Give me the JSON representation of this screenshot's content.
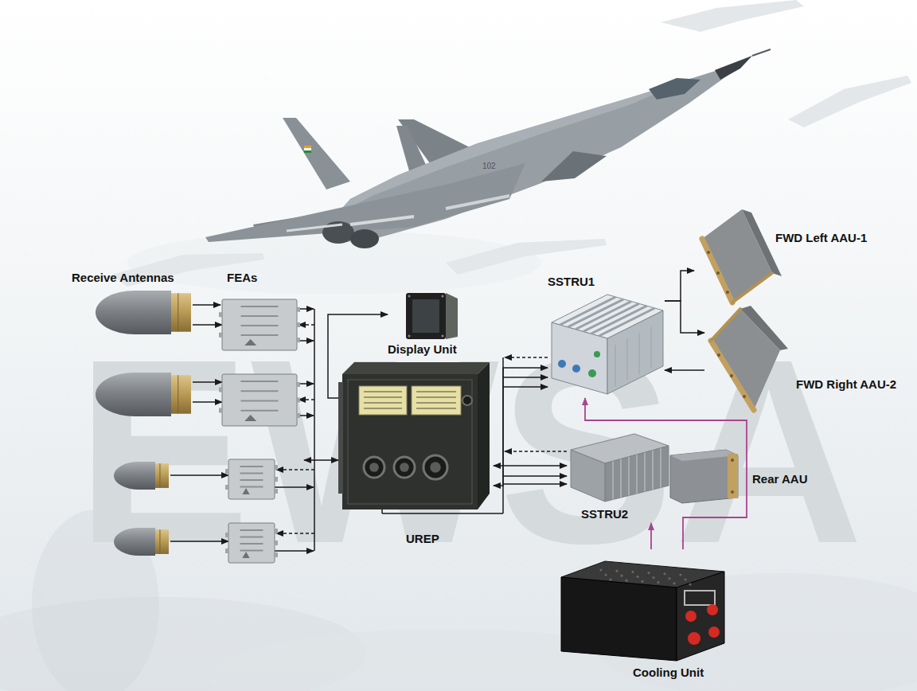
{
  "diagram": {
    "nodes": [
      {
        "text": [
          "Receive Antennas"
        ]
      },
      {
        "text": [
          "FEAs"
        ]
      },
      {
        "text": [
          "Display Unit"
        ]
      },
      {
        "text": [
          "UREP"
        ]
      },
      {
        "text": [
          "SSTRU1"
        ]
      },
      {
        "text": [
          "FWD Left AAU-1"
        ]
      },
      {
        "text": [
          "FWD Right AAU-2"
        ]
      },
      {
        "text": [
          "SSTRU2"
        ]
      },
      {
        "text": [
          "Rear AAU"
        ]
      },
      {
        "text": [
          "Cooling Unit"
        ]
      }
    ],
    "edges": [
      {
        "from": 0,
        "to": 1,
        "arrow": "to"
      },
      {
        "from": 1,
        "to": 3,
        "arrow": "both"
      },
      {
        "from": 3,
        "to": 2,
        "arrow": "to"
      },
      {
        "from": 3,
        "to": 4,
        "arrow": "both"
      },
      {
        "from": 3,
        "to": 7,
        "arrow": "both"
      },
      {
        "from": 4,
        "to": 5,
        "arrow": "to"
      },
      {
        "from": 4,
        "to": 6,
        "arrow": "to"
      },
      {
        "from": 6,
        "to": 4,
        "arrow": "to"
      },
      {
        "from": 9,
        "to": 4,
        "arrow": "to"
      },
      {
        "from": 9,
        "to": 7,
        "arrow": "to"
      }
    ],
    "labels": [
      "EWSA",
      "102"
    ]
  }
}
